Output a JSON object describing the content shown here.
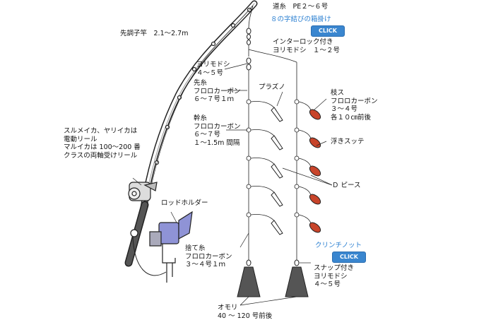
{
  "labels": {
    "main_line": "道糸　PE２～６号",
    "figure8_link": "８の字結びの箱掛け",
    "click": "CLICK",
    "interlock_swivel": "インターロック付き\nヨリモドシ　１～２号",
    "rod": "先調子竿　2.1～2.7m",
    "swivel_4_5": "ヨリモドシ\n４～５号",
    "leader": "先糸\nフロロカーボン\n６～７号１ｍ",
    "plazno": "プラズノ",
    "branch_line": "枝ス\nフロロカーボン\n３～４号\n各１０㎝前後",
    "main_trunk": "幹糸\nフロロカーボン\n６～７号\n１～1.5m 間隔",
    "reel": "スルメイカ、ヤリイカは\n電動リール\nマルイカは 100～200 番\nクラスの両軸受けリール",
    "float_sutte": "浮きスッテ",
    "d_piece": "Ｄ ピース",
    "rod_holder": "ロッドホルダー",
    "clinch_knot_link": "クリンチノット",
    "throwaway_line": "捨て糸\nフロロカーボン\n３～４号１ｍ",
    "snap_swivel": "スナップ付き\nヨリモドシ\n４～５号",
    "sinker": "オモリ\n40 ～ 120 号前後"
  },
  "colors": {
    "link": "#2a7fd1",
    "button": "#3a86cf",
    "jig_red": "#c8442a",
    "holder": "#8f93d6",
    "line": "#222222"
  }
}
